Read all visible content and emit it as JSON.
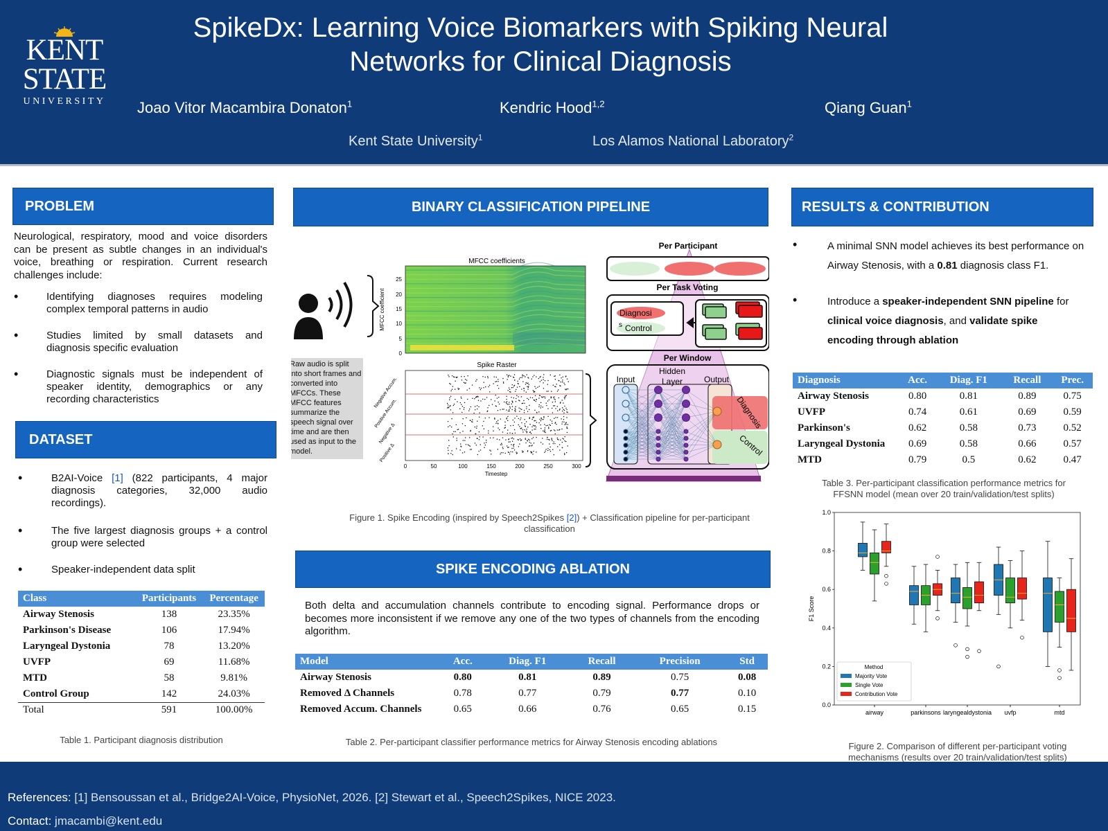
{
  "header": {
    "title_line1": "SpikeDx: Learning Voice Biomarkers with Spiking Neural",
    "title_line2": "Networks for Clinical Diagnosis",
    "authors": [
      {
        "name": "Joao Vitor Macambira Donaton",
        "sup": "1"
      },
      {
        "name": "Kendric Hood",
        "sup": "1,2"
      },
      {
        "name": "Qiang Guan",
        "sup": "1"
      }
    ],
    "affiliations": [
      {
        "name": "Kent State University",
        "sup": "1"
      },
      {
        "name": "Los Alamos National Laboratory",
        "sup": "2"
      }
    ],
    "logo": {
      "line1": "KENT",
      "line2": "STATE",
      "line3": "UNIVERSITY"
    }
  },
  "problem": {
    "heading": "PROBLEM",
    "intro": "Neurological, respiratory, mood and voice disorders can be present as subtle changes in an individual's voice, breathing or respiration. Current research challenges include:",
    "bullets": [
      "Identifying diagnoses requires modeling complex temporal patterns in audio",
      "Studies limited by small datasets and diagnosis specific evaluation",
      "Diagnostic signals must be independent of speaker identity, demographics or any recording characteristics"
    ]
  },
  "dataset": {
    "heading": "DATASET",
    "b1_pre": "B2AI-Voice ",
    "b1_ref": "[1]",
    "b1_post": " (822 participants, 4 major diagnosis categories, 32,000 audio recordings).",
    "bullets": [
      "The five largest diagnosis groups + a control group were selected",
      "Speaker-independent data split"
    ],
    "table": {
      "headers": [
        "Class",
        "Participants",
        "Percentage"
      ],
      "rows": [
        [
          "Airway Stenosis",
          "138",
          "23.35%"
        ],
        [
          "Parkinson's Disease",
          "106",
          "17.94%"
        ],
        [
          "Laryngeal Dystonia",
          "78",
          "13.20%"
        ],
        [
          "UVFP",
          "69",
          "11.68%"
        ],
        [
          "MTD",
          "58",
          "9.81%"
        ],
        [
          "Control Group",
          "142",
          "24.03%"
        ]
      ],
      "total": [
        "Total",
        "591",
        "100.00%"
      ]
    },
    "caption": "Table 1. Participant diagnosis distribution"
  },
  "pipeline": {
    "heading": "BINARY CLASSIFICATION PIPELINE",
    "raw_text": "Raw audio is split into short frames and converted into MFCCs. These MFCC features summarize the speech signal over time and are then used as input to the model.",
    "mfcc_title": "MFCC coefficients",
    "mfcc_ylabel": "MFCC coefficient",
    "mfcc_yticks": [
      "25",
      "20",
      "15",
      "10",
      "5",
      "0"
    ],
    "raster_title": "Spike Raster",
    "raster_xlabel": "Timestep",
    "raster_xticks": [
      "0",
      "50",
      "100",
      "150",
      "200",
      "250",
      "300"
    ],
    "raster_ylabels": [
      "Negative Accum.",
      "Positive Accum.",
      "Negative Δ",
      "Positive Δ"
    ],
    "per_participant": "Per Participant",
    "per_task": "Per Task Voting",
    "per_window": "Per Window",
    "diagnosis": "Diagnosi",
    "control_pre": "s",
    "control": "Control",
    "input": "Input",
    "hidden1": "Hidden",
    "hidden2": "Layer",
    "output": "Output",
    "out_diag": "Diagnosis",
    "out_ctrl": "Control",
    "caption_pre": "Figure 1. Spike Encoding (inspired by Speech2Spikes ",
    "caption_ref": "[2]",
    "caption_post": ") + Classification pipeline for per-participant classification"
  },
  "ablation": {
    "heading": "SPIKE ENCODING ABLATION",
    "text": "Both delta and accumulation channels contribute to encoding signal. Performance drops or becomes more inconsistent if we remove any one of the two types of channels from the encoding algorithm.",
    "table": {
      "headers": [
        "Model",
        "Acc.",
        "Diag. F1",
        "Recall",
        "Precision",
        "Std"
      ],
      "rows": [
        [
          "Airway Stenosis",
          "0.80",
          "0.81",
          "0.89",
          "0.75",
          "0.08"
        ],
        [
          "Removed Δ Channels",
          "0.78",
          "0.77",
          "0.79",
          "0.77",
          "0.10"
        ],
        [
          "Removed Accum. Channels",
          "0.65",
          "0.66",
          "0.76",
          "0.65",
          "0.15"
        ]
      ]
    },
    "caption": "Table 2. Per-participant classifier performance metrics for Airway Stenosis encoding ablations"
  },
  "results": {
    "heading": "RESULTS & CONTRIBUTION",
    "b1": [
      "A minimal SNN model achieves its best performance on Airway Stenosis, with a ",
      "0.81",
      " diagnosis class F1."
    ],
    "b2": [
      "Introduce a ",
      "speaker-independent SNN pipeline",
      " for ",
      "clinical voice diagnosis",
      ", and ",
      "validate spike encoding through ablation"
    ],
    "table": {
      "headers": [
        "Diagnosis",
        "Acc.",
        "Diag. F1",
        "Recall",
        "Prec."
      ],
      "rows": [
        [
          "Airway Stenosis",
          "0.80",
          "0.81",
          "0.89",
          "0.75"
        ],
        [
          "UVFP",
          "0.74",
          "0.61",
          "0.69",
          "0.59"
        ],
        [
          "Parkinson's",
          "0.62",
          "0.58",
          "0.73",
          "0.52"
        ],
        [
          "Laryngeal Dystonia",
          "0.69",
          "0.58",
          "0.66",
          "0.57"
        ],
        [
          "MTD",
          "0.79",
          "0.5",
          "0.62",
          "0.47"
        ]
      ]
    },
    "table_caption": "Table 3. Per-participant classification performance metrics for FFSNN model (mean over 20 train/validation/test splits)",
    "fig_caption": "Figure 2. Comparison of different per-participant voting mechanisms (results over 20 train/validation/test splits)"
  },
  "chart_data": {
    "type": "box",
    "title": "",
    "xlabel": "",
    "ylabel": "F1 Score",
    "ylim": [
      0,
      1.0
    ],
    "yticks": [
      0.0,
      0.2,
      0.4,
      0.6,
      0.8,
      1.0
    ],
    "categories": [
      "airway",
      "parkinsons",
      "laryngealdystonia",
      "uvfp",
      "mtd"
    ],
    "legend": {
      "title": "Method",
      "placement": "lower-left"
    },
    "series": [
      {
        "name": "Majority Vote",
        "color": "#1f77b4",
        "boxes": [
          {
            "min": 0.7,
            "q1": 0.77,
            "median": 0.79,
            "q3": 0.84,
            "max": 0.95,
            "outliers": []
          },
          {
            "min": 0.42,
            "q1": 0.52,
            "median": 0.59,
            "q3": 0.62,
            "max": 0.72,
            "outliers": []
          },
          {
            "min": 0.43,
            "q1": 0.53,
            "median": 0.58,
            "q3": 0.66,
            "max": 0.73,
            "outliers": [
              0.31
            ]
          },
          {
            "min": 0.47,
            "q1": 0.57,
            "median": 0.65,
            "q3": 0.73,
            "max": 0.82,
            "outliers": [
              0.2
            ]
          },
          {
            "min": 0.2,
            "q1": 0.38,
            "median": 0.58,
            "q3": 0.66,
            "max": 0.85,
            "outliers": []
          }
        ]
      },
      {
        "name": "Single Vote",
        "color": "#2ca02c",
        "boxes": [
          {
            "min": 0.54,
            "q1": 0.68,
            "median": 0.74,
            "q3": 0.79,
            "max": 0.91,
            "outliers": []
          },
          {
            "min": 0.38,
            "q1": 0.52,
            "median": 0.57,
            "q3": 0.62,
            "max": 0.73,
            "outliers": []
          },
          {
            "min": 0.41,
            "q1": 0.5,
            "median": 0.56,
            "q3": 0.61,
            "max": 0.74,
            "outliers": [
              0.29,
              0.25
            ]
          },
          {
            "min": 0.4,
            "q1": 0.53,
            "median": 0.56,
            "q3": 0.66,
            "max": 0.75,
            "outliers": []
          },
          {
            "min": 0.3,
            "q1": 0.43,
            "median": 0.52,
            "q3": 0.59,
            "max": 0.66,
            "outliers": [
              0.18,
              0.14
            ]
          }
        ]
      },
      {
        "name": "Contribution Vote",
        "color": "#e8251a",
        "boxes": [
          {
            "min": 0.72,
            "q1": 0.79,
            "median": 0.8,
            "q3": 0.85,
            "max": 0.94,
            "outliers": [
              0.67,
              0.63
            ]
          },
          {
            "min": 0.49,
            "q1": 0.57,
            "median": 0.6,
            "q3": 0.63,
            "max": 0.7,
            "outliers": [
              0.77,
              0.45
            ]
          },
          {
            "min": 0.49,
            "q1": 0.53,
            "median": 0.57,
            "q3": 0.64,
            "max": 0.74,
            "outliers": [
              0.28
            ]
          },
          {
            "min": 0.44,
            "q1": 0.55,
            "median": 0.58,
            "q3": 0.66,
            "max": 0.8,
            "outliers": [
              0.35
            ]
          },
          {
            "min": 0.18,
            "q1": 0.38,
            "median": 0.45,
            "q3": 0.6,
            "max": 0.76,
            "outliers": []
          }
        ]
      }
    ]
  },
  "footer": {
    "ref_label": "References:",
    "ref_text": " [1] Bensoussan et al., Bridge2AI-Voice, PhysioNet, 2026. [2] Stewart et al., Speech2Spikes, NICE 2023.",
    "contact_label": "Contact:",
    "contact_text": " jmacambi@kent.edu"
  }
}
